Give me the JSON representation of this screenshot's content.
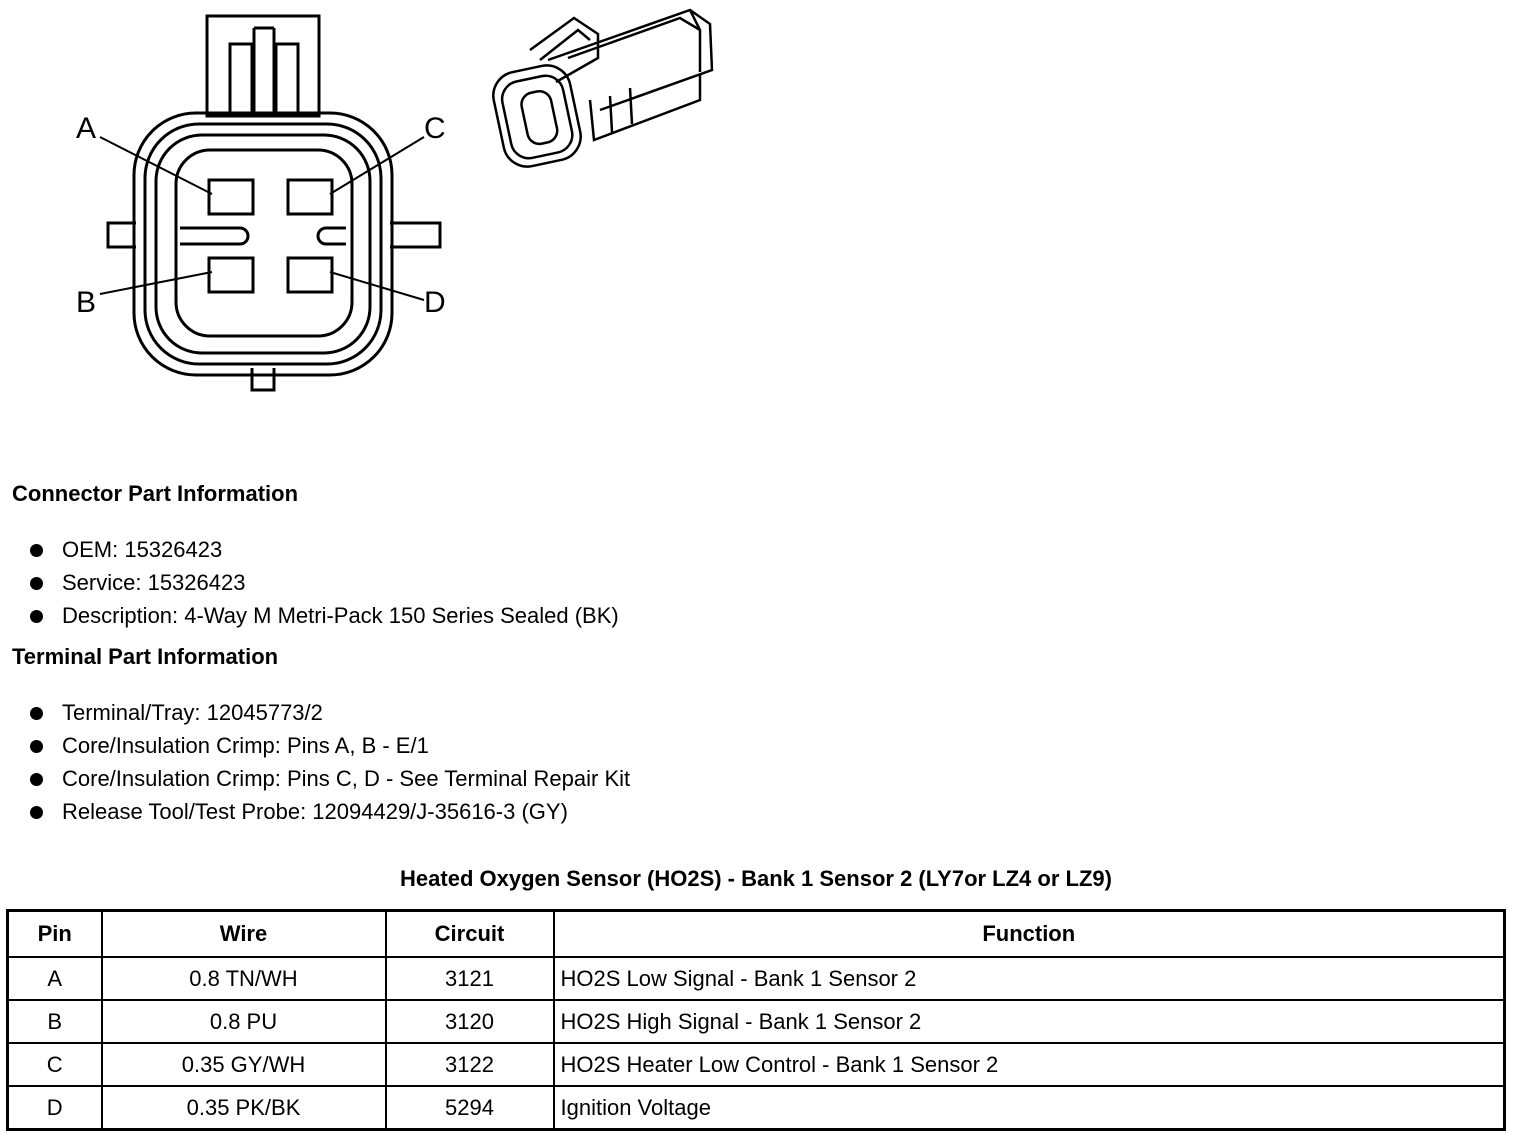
{
  "diagram": {
    "pin_labels": [
      "A",
      "B",
      "C",
      "D"
    ]
  },
  "connector_section": {
    "heading": "Connector Part Information",
    "items": [
      "OEM: 15326423",
      "Service: 15326423",
      "Description: 4-Way M Metri-Pack 150 Series Sealed (BK)"
    ]
  },
  "terminal_section": {
    "heading": "Terminal Part Information",
    "items": [
      "Terminal/Tray: 12045773/2",
      "Core/Insulation Crimp: Pins A, B - E/1",
      "Core/Insulation Crimp: Pins C, D - See Terminal Repair Kit",
      "Release Tool/Test Probe: 12094429/J-35616-3 (GY)"
    ]
  },
  "table": {
    "title": "Heated Oxygen Sensor (HO2S) - Bank 1 Sensor 2 (LY7or LZ4 or LZ9)",
    "headers": [
      "Pin",
      "Wire",
      "Circuit",
      "Function"
    ],
    "rows": [
      [
        "A",
        "0.8 TN/WH",
        "3121",
        "HO2S Low Signal - Bank 1 Sensor 2"
      ],
      [
        "B",
        "0.8 PU",
        "3120",
        "HO2S High Signal - Bank 1 Sensor 2"
      ],
      [
        "C",
        "0.35 GY/WH",
        "3122",
        "HO2S Heater Low Control - Bank 1 Sensor 2"
      ],
      [
        "D",
        "0.35 PK/BK",
        "5294",
        "Ignition Voltage"
      ]
    ]
  }
}
